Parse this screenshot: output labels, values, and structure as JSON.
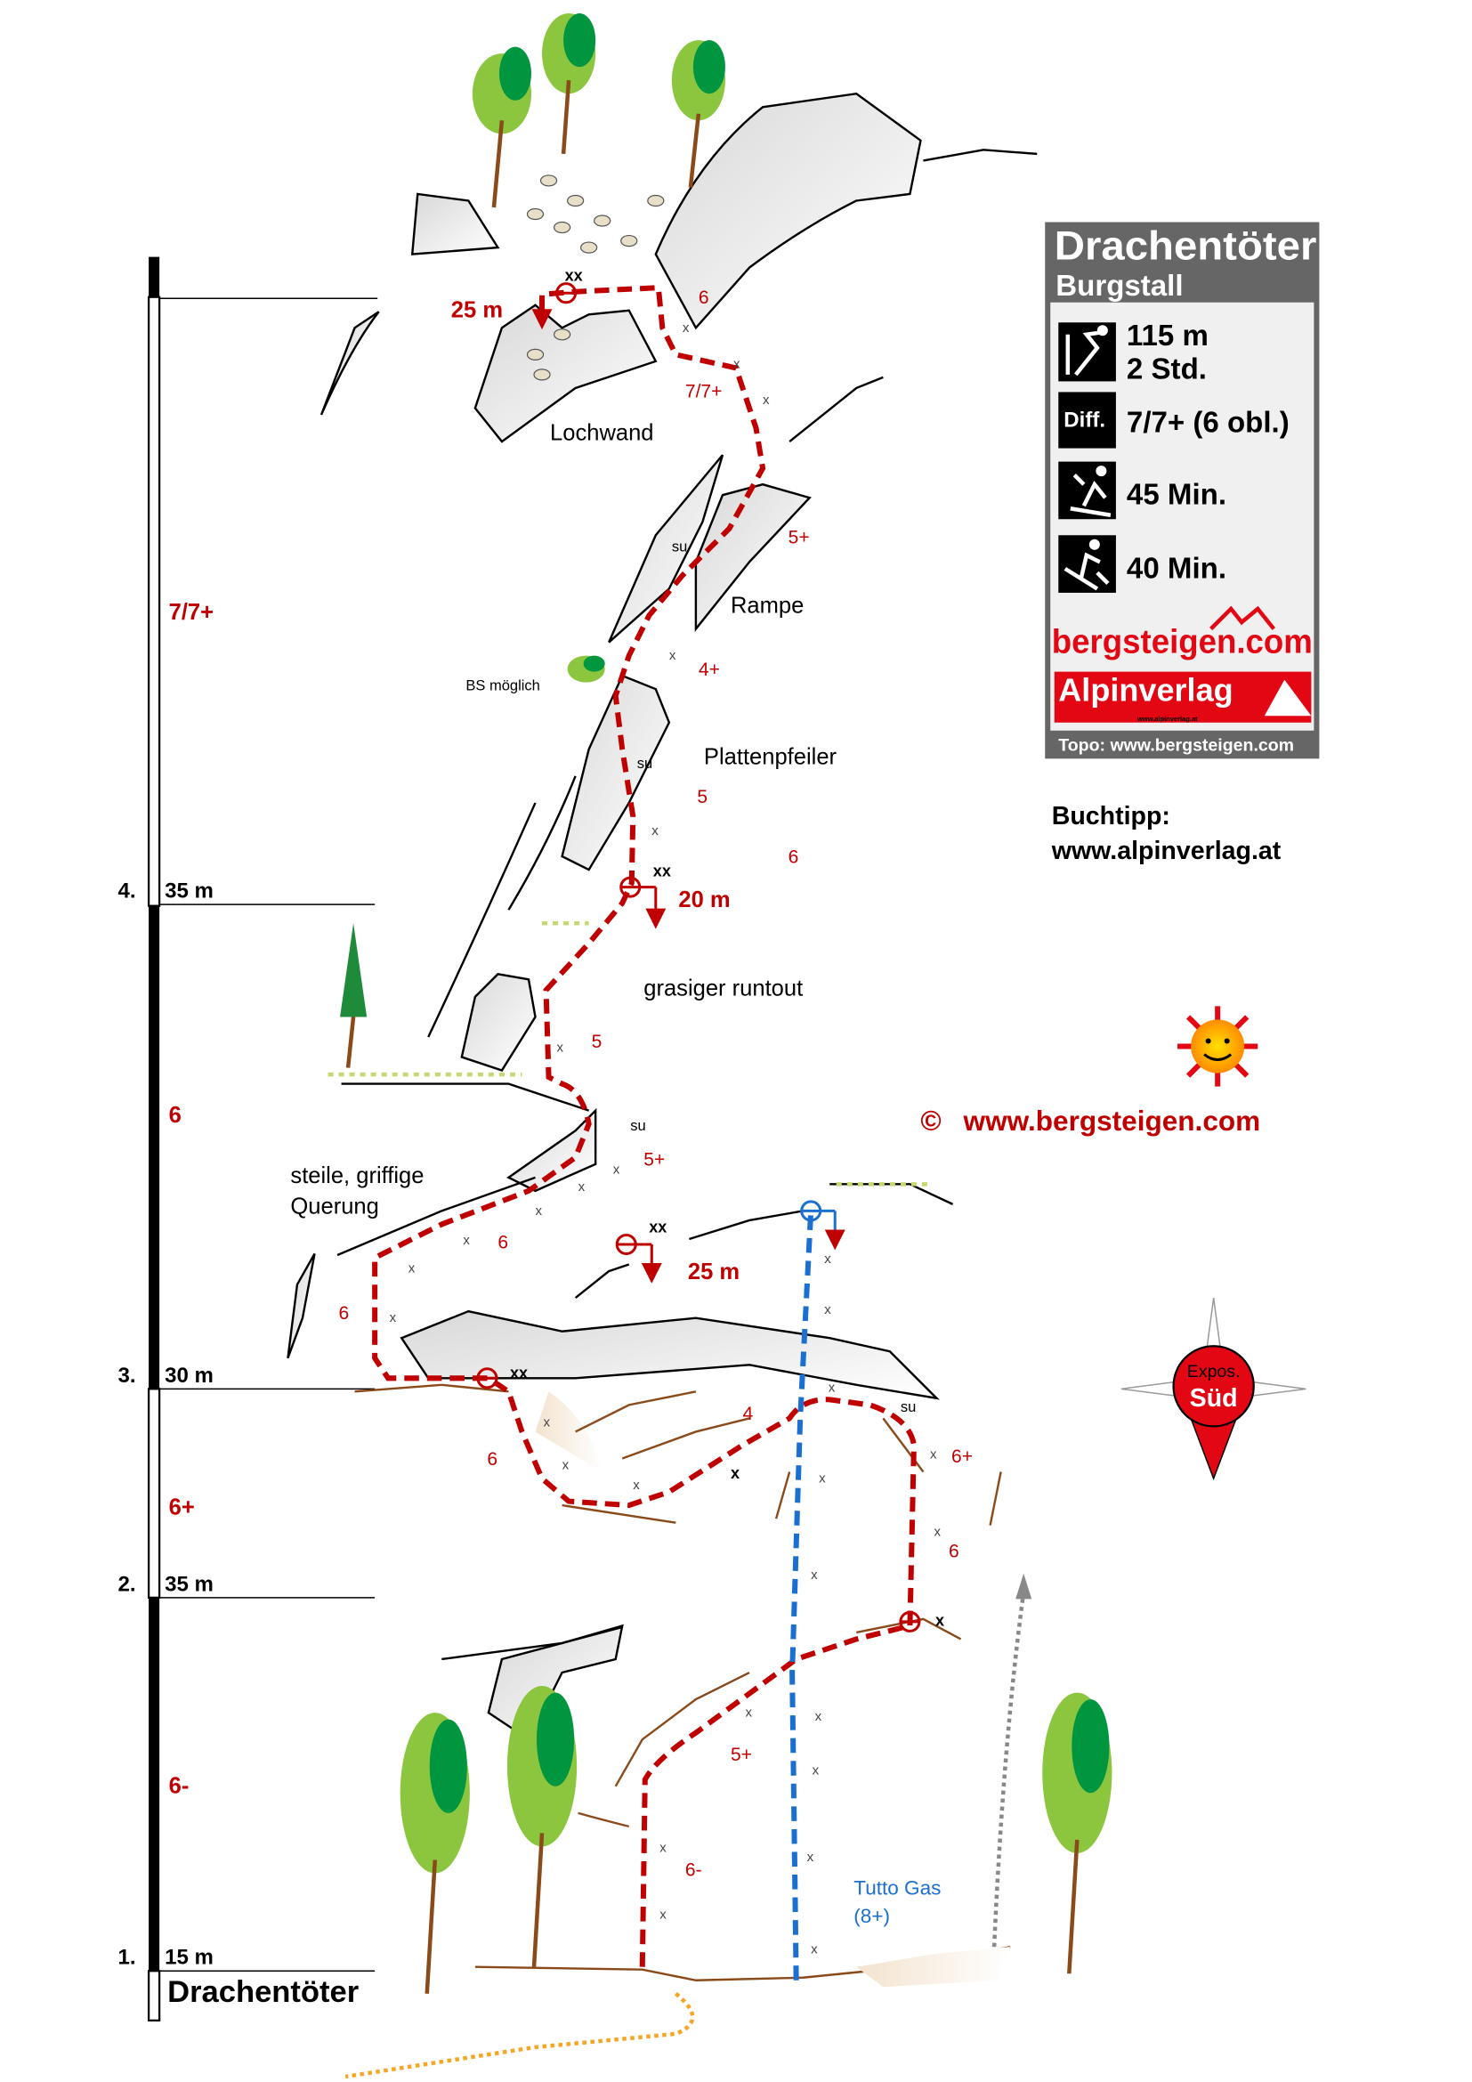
{
  "info_box": {
    "title": "Drachentöter",
    "subtitle": "Burgstall",
    "length": "115 m",
    "duration": "2 Std.",
    "diff_label": "Diff.",
    "difficulty": "7/7+ (6 obl.)",
    "approach": "45 Min.",
    "descent": "40 Min.",
    "logo_bergsteigen": "bergsteigen.com",
    "logo_alpinverlag": "Alpinverlag",
    "logo_alpinverlag_url": "www.alpinverlag.at",
    "credit": "Topo: www.bergsteigen.com"
  },
  "book_tip": {
    "label": "Buchtipp:",
    "url": "www.alpinverlag.at"
  },
  "copyright": {
    "symbol": "©",
    "url": "www.bergsteigen.com"
  },
  "compass": {
    "line1": "Expos.",
    "line2": "Süd"
  },
  "scale": {
    "route_name": "Drachentöter",
    "pitches": [
      {
        "number": "1.",
        "length": "15 m",
        "grade": "6-"
      },
      {
        "number": "2.",
        "length": "35 m",
        "grade": "6+"
      },
      {
        "number": "3.",
        "length": "30 m",
        "grade": "6"
      },
      {
        "number": "4.",
        "length": "35 m",
        "grade": "7/7+"
      }
    ]
  },
  "labels": {
    "lochwand": "Lochwand",
    "rampe": "Rampe",
    "bs_moeglich": "BS möglich",
    "plattenpfeiler": "Plattenpfeiler",
    "grasiger_runtout": "grasiger runtout",
    "querung_1": "steile, griffige",
    "querung_2": "Querung",
    "tutto_gas": "Tutto Gas",
    "tutto_gas_grade": "(8+)"
  },
  "topo_marks": {
    "abseil_top": "25 m",
    "xx_top": "xx",
    "g_top6": "6",
    "g_77": "7/7+",
    "su1": "su",
    "g_5p_1": "5+",
    "g_4p": "4+",
    "su2": "su",
    "g_5_1": "5",
    "g_6_r": "6",
    "xx_4": "xx",
    "abseil_20": "20 m",
    "g_5_2": "5",
    "su3": "su",
    "g_5p_2": "5+",
    "xx_mid": "xx",
    "g_6_q": "6",
    "abseil_25": "25 m",
    "g_6_l": "6",
    "xx_3": "xx",
    "g_4": "4",
    "su4": "su",
    "g_6_b": "6",
    "g_6p": "6+",
    "g_6_c": "6",
    "x_mid": "x",
    "x_2": "x",
    "g_5p_3": "5+",
    "g_6m": "6-"
  }
}
